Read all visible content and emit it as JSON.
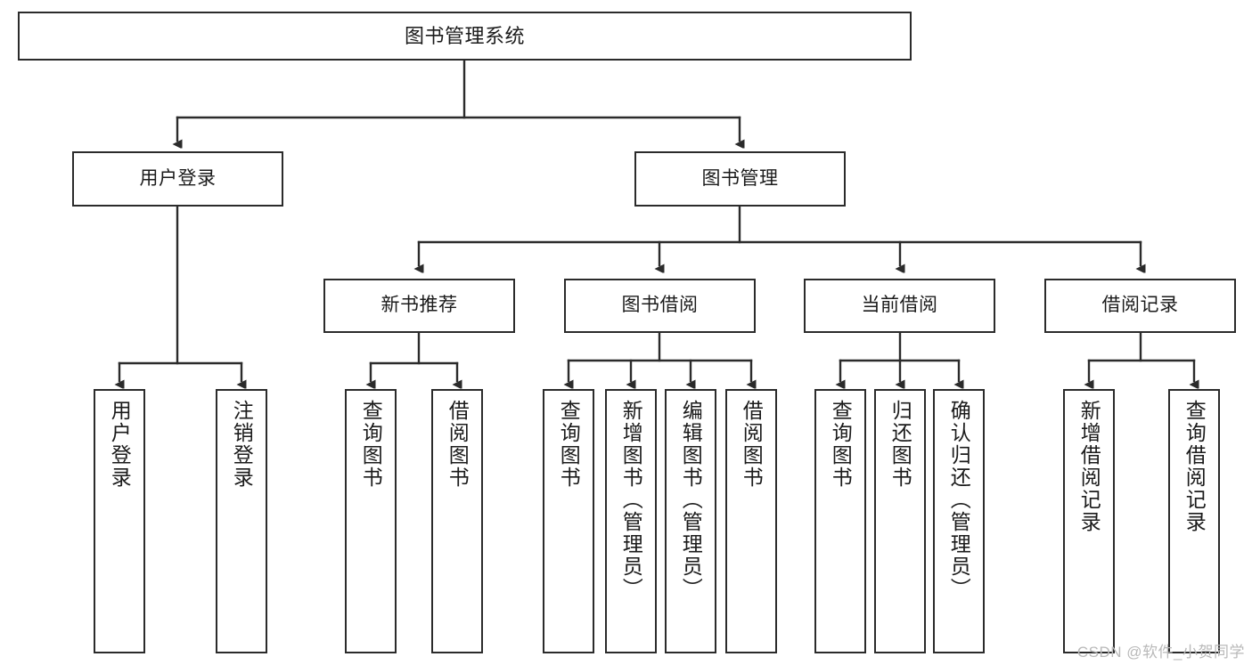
{
  "diagram": {
    "title": "图书管理系统",
    "type": "tree-hierarchy",
    "line_color": "#2b2b2b",
    "box_fill": "#ffffff",
    "text_color": "#1b1b1b"
  },
  "watermark": {
    "text": "CSDN @软件_小贺同学",
    "color": "#b9b9b9"
  },
  "nodes": {
    "root": {
      "label": "图书管理系统"
    },
    "level2": [
      {
        "label": "用户登录"
      },
      {
        "label": "图书管理"
      }
    ],
    "level3": [
      {
        "label": "新书推荐"
      },
      {
        "label": "图书借阅"
      },
      {
        "label": "当前借阅"
      },
      {
        "label": "借阅记录"
      }
    ],
    "leaves": {
      "user_login": [
        {
          "label": "用户登录"
        },
        {
          "label": "注销登录"
        }
      ],
      "new_book_recommend": [
        {
          "label": "查询图书"
        },
        {
          "label": "借阅图书"
        }
      ],
      "book_borrow": [
        {
          "label": "查询图书"
        },
        {
          "label": "新增图书（管理员）"
        },
        {
          "label": "编辑图书（管理员）"
        },
        {
          "label": "借阅图书"
        }
      ],
      "current_borrow": [
        {
          "label": "查询图书"
        },
        {
          "label": "归还图书"
        },
        {
          "label": "确认归还（管理员）"
        }
      ],
      "borrow_record": [
        {
          "label": "新增借阅记录"
        },
        {
          "label": "查询借阅记录"
        }
      ]
    }
  }
}
